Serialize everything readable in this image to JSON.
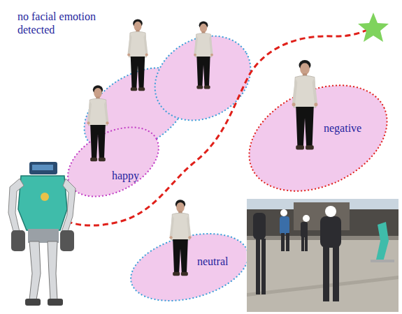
{
  "diagram": {
    "nodes": [
      {
        "text": [
          "negative"
        ]
      },
      {
        "text": [
          "happy"
        ]
      },
      {
        "text": [
          "neutral"
        ]
      }
    ],
    "labels": [
      "no facial emotion detected"
    ]
  }
}
